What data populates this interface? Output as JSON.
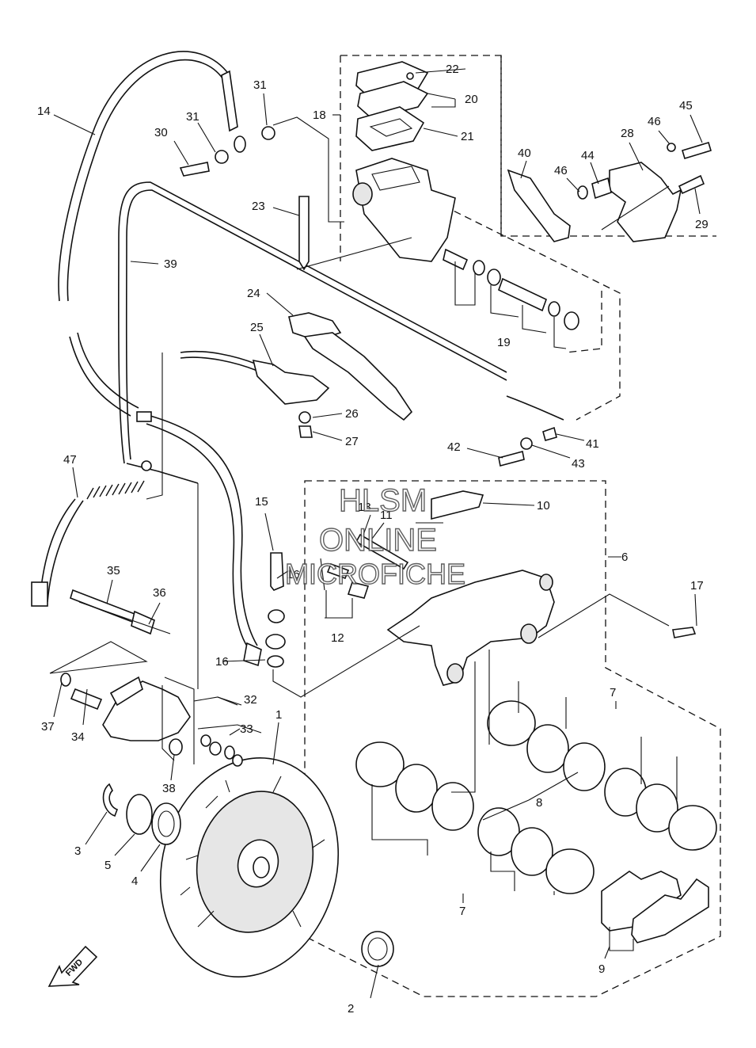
{
  "callouts": [
    {
      "n": "2"
    },
    {
      "n": "3"
    },
    {
      "n": "4"
    },
    {
      "n": "5"
    },
    {
      "n": "6"
    },
    {
      "n": "7"
    },
    {
      "n": "7"
    },
    {
      "n": "8"
    },
    {
      "n": "9"
    },
    {
      "n": "10"
    },
    {
      "n": "11"
    },
    {
      "n": "12"
    },
    {
      "n": "13"
    },
    {
      "n": "14"
    },
    {
      "n": "15"
    },
    {
      "n": "16"
    },
    {
      "n": "16"
    },
    {
      "n": "17"
    },
    {
      "n": "18"
    },
    {
      "n": "19"
    },
    {
      "n": "20"
    },
    {
      "n": "21"
    },
    {
      "n": "22"
    },
    {
      "n": "23"
    },
    {
      "n": "24"
    },
    {
      "n": "25"
    },
    {
      "n": "26"
    },
    {
      "n": "27"
    },
    {
      "n": "28"
    },
    {
      "n": "29"
    },
    {
      "n": "30"
    },
    {
      "n": "31"
    },
    {
      "n": "31"
    },
    {
      "n": "32"
    },
    {
      "n": "33"
    },
    {
      "n": "34"
    },
    {
      "n": "35"
    },
    {
      "n": "36"
    },
    {
      "n": "37"
    },
    {
      "n": "38"
    },
    {
      "n": "39"
    },
    {
      "n": "40"
    },
    {
      "n": "41"
    },
    {
      "n": "42"
    },
    {
      "n": "43"
    },
    {
      "n": "44"
    },
    {
      "n": "45"
    },
    {
      "n": "46"
    },
    {
      "n": "46"
    },
    {
      "n": "47"
    },
    {
      "n": "1"
    }
  ],
  "watermark": {
    "line1": "HLSM",
    "line2": "ONLINE",
    "line3": "MICROFICHE"
  },
  "fwd_label": "FWD"
}
